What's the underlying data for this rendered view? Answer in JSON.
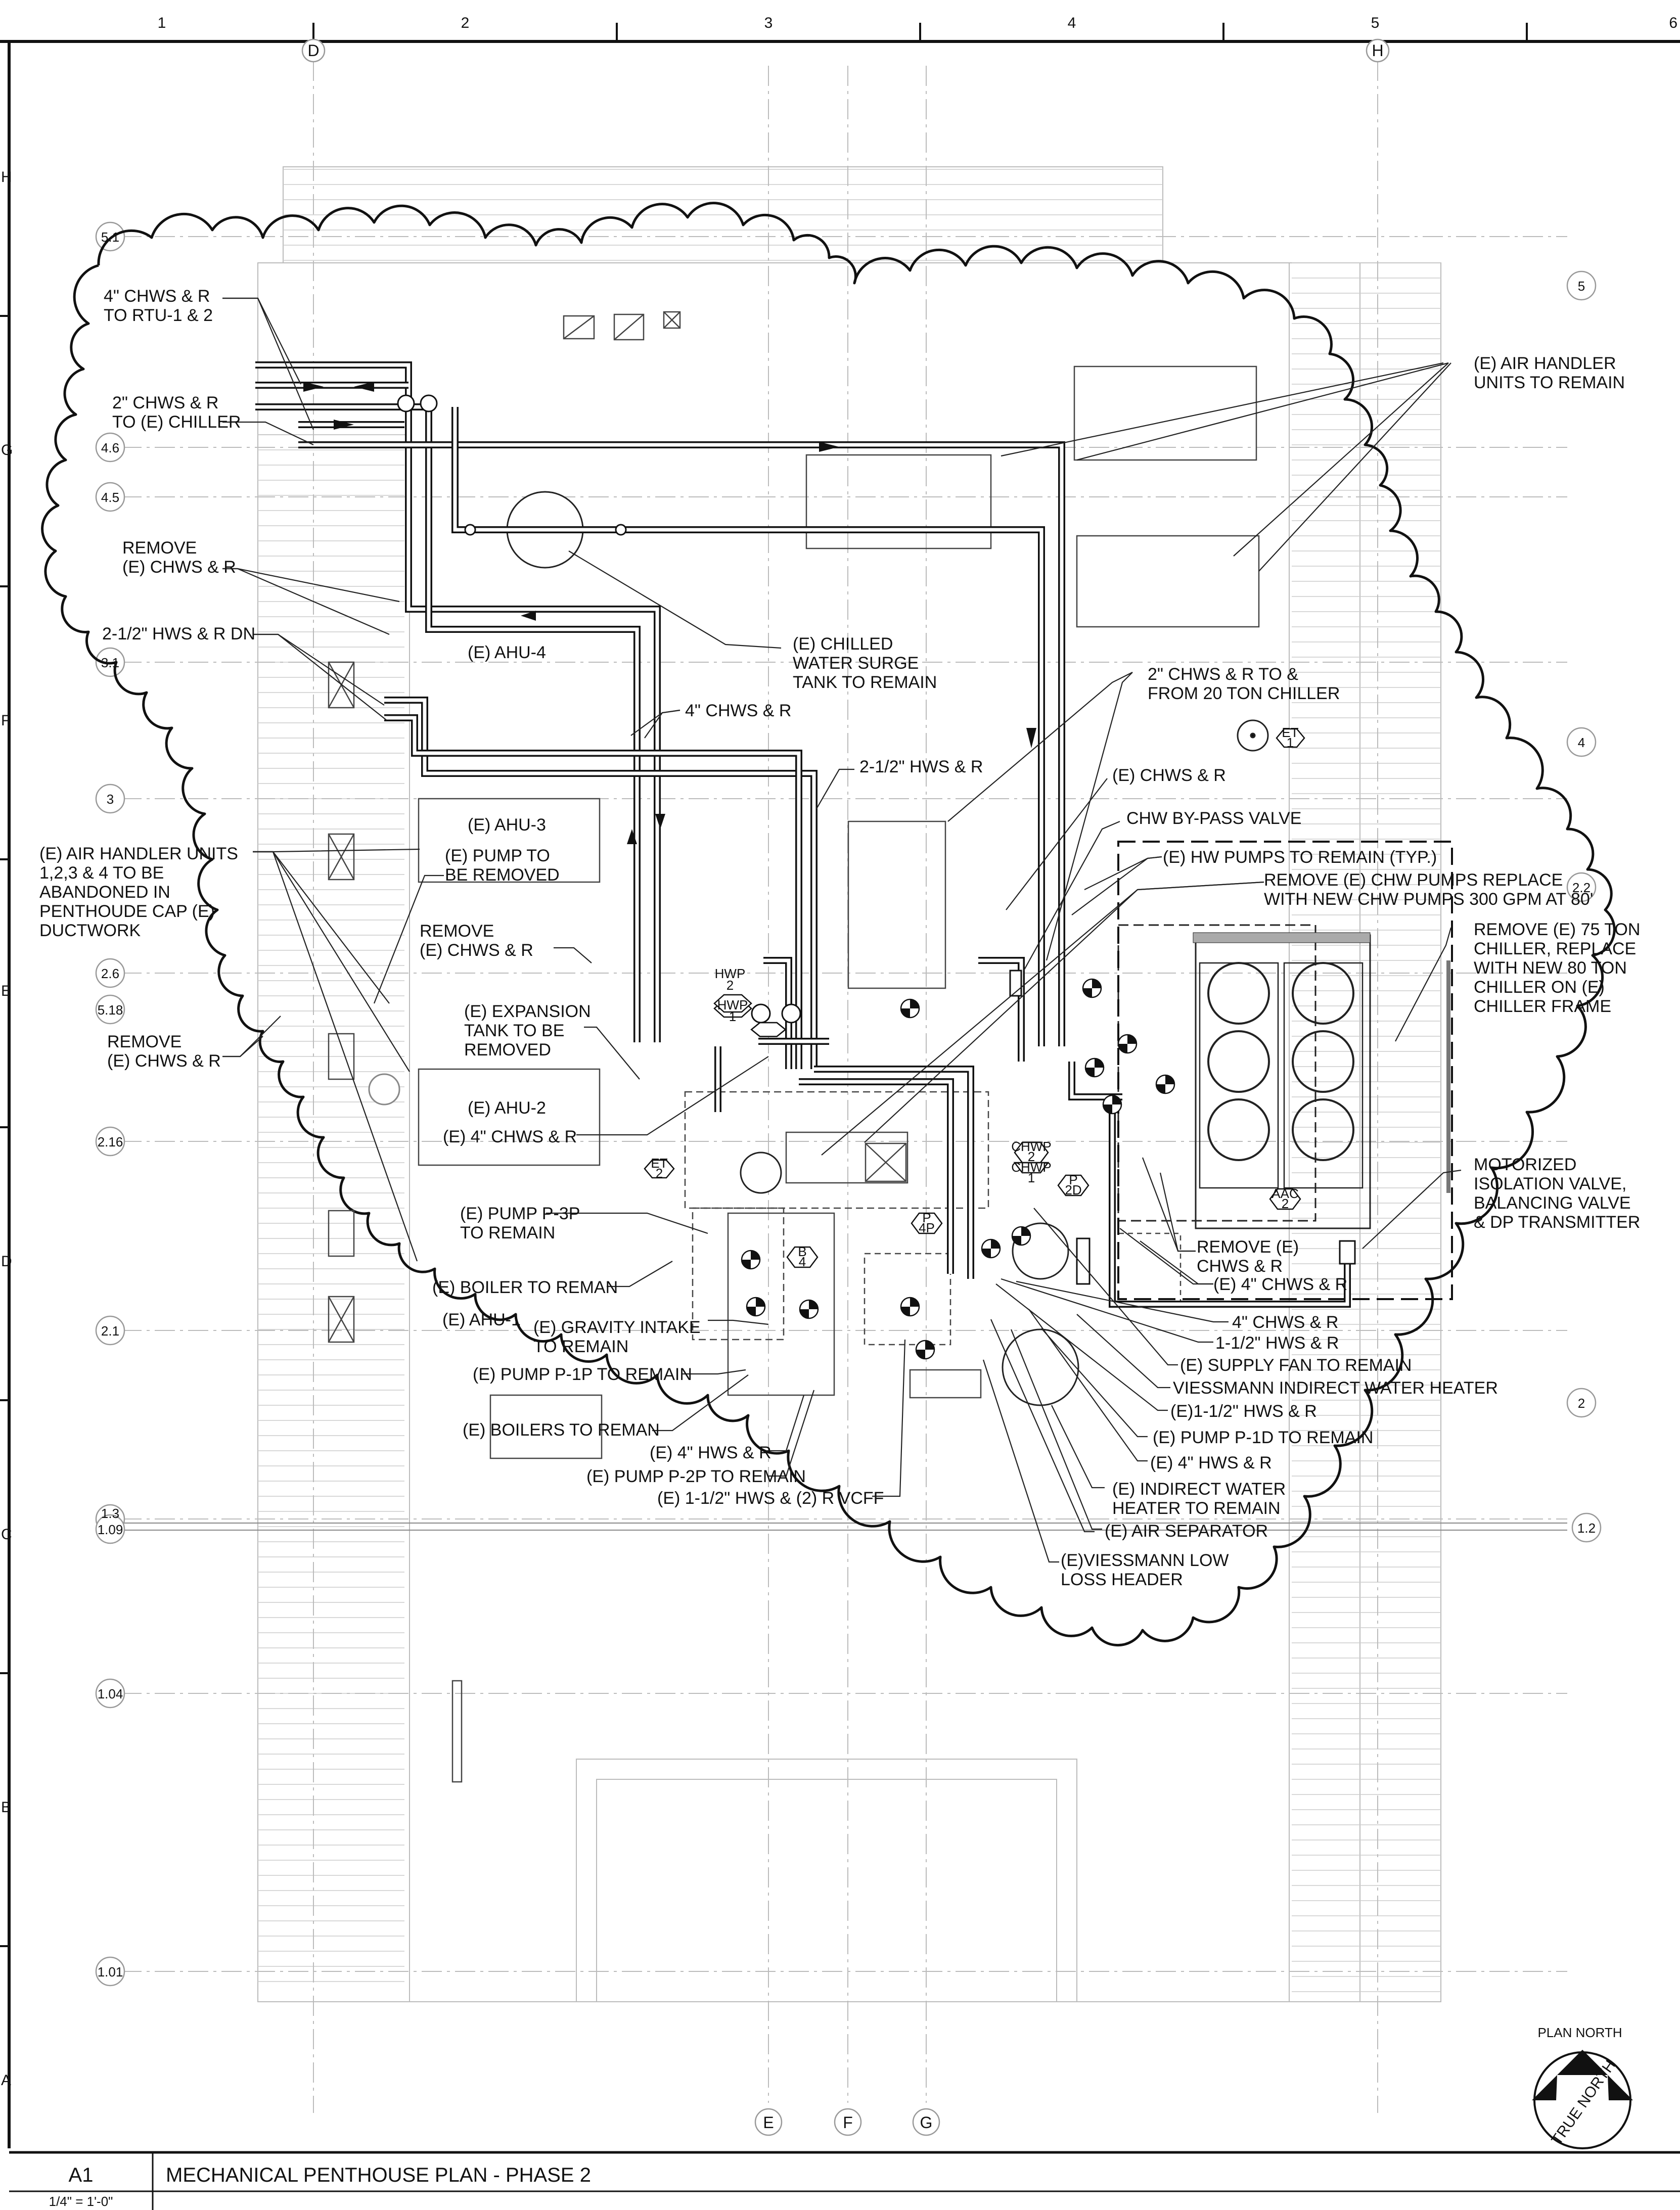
{
  "sheet": {
    "column_numbers": [
      "1",
      "2",
      "3",
      "4",
      "5",
      "6"
    ],
    "row_letters": [
      "H",
      "G",
      "F",
      "E",
      "D",
      "C",
      "B",
      "A"
    ],
    "grid_bubbles_top": [
      "D",
      "H"
    ],
    "grid_bubbles_bottom": [
      "E",
      "F",
      "G"
    ],
    "grid_bubbles_left": [
      "5.1",
      "4.6",
      "4.5",
      "3.1",
      "3",
      "2.6",
      "5.18",
      "2.16",
      "2.1",
      "1.3",
      "1.09",
      "1.04",
      "1.01"
    ],
    "grid_bubbles_right": [
      "5",
      "4",
      "2.2",
      "2",
      "1.2"
    ]
  },
  "equipment_tags": {
    "hwp2": {
      "top": "HWP",
      "bottom": "2"
    },
    "hwp1": {
      "top": "HWP",
      "bottom": "1"
    },
    "et1": {
      "top": "ET",
      "bottom": "1"
    },
    "et2": {
      "top": "ET",
      "bottom": "2"
    },
    "chwp2": {
      "top": "CHWP",
      "bottom": "2"
    },
    "chwp1": {
      "top": "CHWP",
      "bottom": "1"
    },
    "p2d": {
      "top": "P",
      "bottom": "2D"
    },
    "p4p": {
      "top": "P",
      "bottom": "4P"
    },
    "b4": {
      "top": "B",
      "bottom": "4"
    },
    "aac2": {
      "top": "AAC",
      "bottom": "2"
    }
  },
  "callouts": {
    "chws_rtu": [
      "4\" CHWS & R",
      "TO RTU-1 & 2"
    ],
    "chws_chiller": [
      "2\" CHWS & R",
      "TO (E) CHILLER"
    ],
    "remove_chws_1": [
      "REMOVE",
      "(E) CHWS & R"
    ],
    "hws_dn": [
      "2-1/2\" HWS & R DN"
    ],
    "ahu4": [
      "(E) AHU-4"
    ],
    "surge_tank": [
      "(E) CHILLED",
      "WATER SURGE",
      "TANK TO REMAIN"
    ],
    "chws_4in": [
      "4\" CHWS & R"
    ],
    "hws_2half": [
      "2-1/2\" HWS & R"
    ],
    "ahu_abandon": [
      "(E) AIR HANDLER UNITS",
      "1,2,3 & 4  TO BE",
      "ABANDONED IN",
      "PENTHOUDE CAP (E)",
      "DUCTWORK"
    ],
    "ahu3": [
      "(E) AHU-3"
    ],
    "pump_removed": [
      "(E) PUMP TO",
      "BE REMOVED"
    ],
    "remove_chws_2": [
      "REMOVE",
      "(E) CHWS & R"
    ],
    "remove_chws_3": [
      "REMOVE",
      "(E) CHWS & R"
    ],
    "expansion_tank": [
      "(E) EXPANSION",
      "TANK TO BE",
      "REMOVED"
    ],
    "ahu2": [
      "(E) AHU-2"
    ],
    "chws_e4": [
      "(E) 4\" CHWS & R"
    ],
    "pump_p3p": [
      "(E) PUMP P-3P",
      "TO REMAIN"
    ],
    "boiler_reman": [
      "(E) BOILER TO REMAN"
    ],
    "ahu1": [
      "(E) AHU-1"
    ],
    "gravity_intake": [
      "(E) GRAVITY INTAKE",
      "TO REMAIN"
    ],
    "pump_p1p": [
      "(E) PUMP P-1P TO REMAIN"
    ],
    "boilers_reman": [
      "(E) BOILERS TO REMAN"
    ],
    "hws_e4": [
      "(E) 4\" HWS & R"
    ],
    "pump_p2p": [
      "(E) PUMP P-2P TO REMAIN"
    ],
    "hws_vcff": [
      "(E) 1-1/2\" HWS & (2) R VCFF"
    ],
    "ahu_remain": [
      "(E) AIR HANDLER",
      "UNITS TO REMAIN"
    ],
    "chws_20ton": [
      "2\" CHWS & R TO &",
      "FROM 20 TON CHILLER"
    ],
    "chws_e": [
      "(E) CHWS & R"
    ],
    "bypass_valve": [
      "CHW BY-PASS VALVE"
    ],
    "hw_pumps": [
      "(E) HW PUMPS TO REMAIN (TYP.)"
    ],
    "chw_pumps": [
      "REMOVE (E) CHW PUMPS REPLACE",
      "WITH NEW CHW PUMPS 300 GPM AT 80'"
    ],
    "chiller_replace": [
      "REMOVE (E) 75 TON",
      "CHILLER, REPLACE",
      "WITH NEW 80 TON",
      "CHILLER ON (E)",
      "CHILLER FRAME"
    ],
    "motorized_valve": [
      "MOTORIZED",
      "ISOLATION VALVE,",
      "BALANCING VALVE",
      "& DP TRANSMITTER"
    ],
    "remove_chws_4": [
      "REMOVE (E)",
      "CHWS & R"
    ],
    "chws_e4_right": [
      "(E) 4\" CHWS & R"
    ],
    "chws_4in_right": [
      "4\" CHWS & R"
    ],
    "hws_1half": [
      "1-1/2\" HWS & R"
    ],
    "supply_fan": [
      "(E) SUPPLY FAN TO REMAIN"
    ],
    "viessmann_heater": [
      "VIESSMANN INDIRECT WATER HEATER"
    ],
    "hws_e1half": [
      "(E)1-1/2\" HWS & R"
    ],
    "pump_p1d": [
      "(E) PUMP P-1D TO REMAIN"
    ],
    "hws_e4_right": [
      "(E) 4\" HWS & R"
    ],
    "indirect_heater": [
      "(E) INDIRECT WATER",
      "HEATER TO REMAIN"
    ],
    "air_separator": [
      "(E) AIR SEPARATOR"
    ],
    "low_loss_header": [
      "(E)VIESSMANN LOW",
      "LOSS HEADER"
    ]
  },
  "north_arrow": {
    "label": "PLAN NORTH",
    "text": "TRUE NORTH"
  },
  "title_block": {
    "id": "A1",
    "title": "MECHANICAL PENTHOUSE PLAN - PHASE 2",
    "scale": "1/4\" = 1'-0\""
  }
}
